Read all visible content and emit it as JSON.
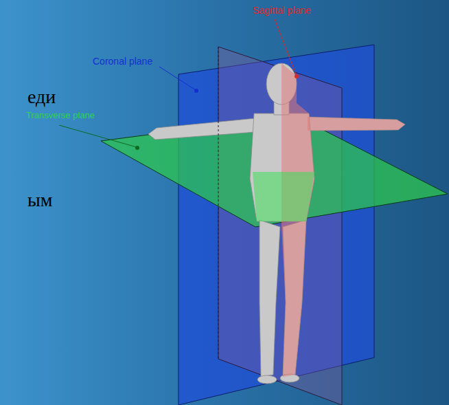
{
  "diagram": {
    "labels": [
      "Sagittal plane",
      "Coronal plane",
      "еди",
      "Transverse plane",
      "ым"
    ]
  }
}
